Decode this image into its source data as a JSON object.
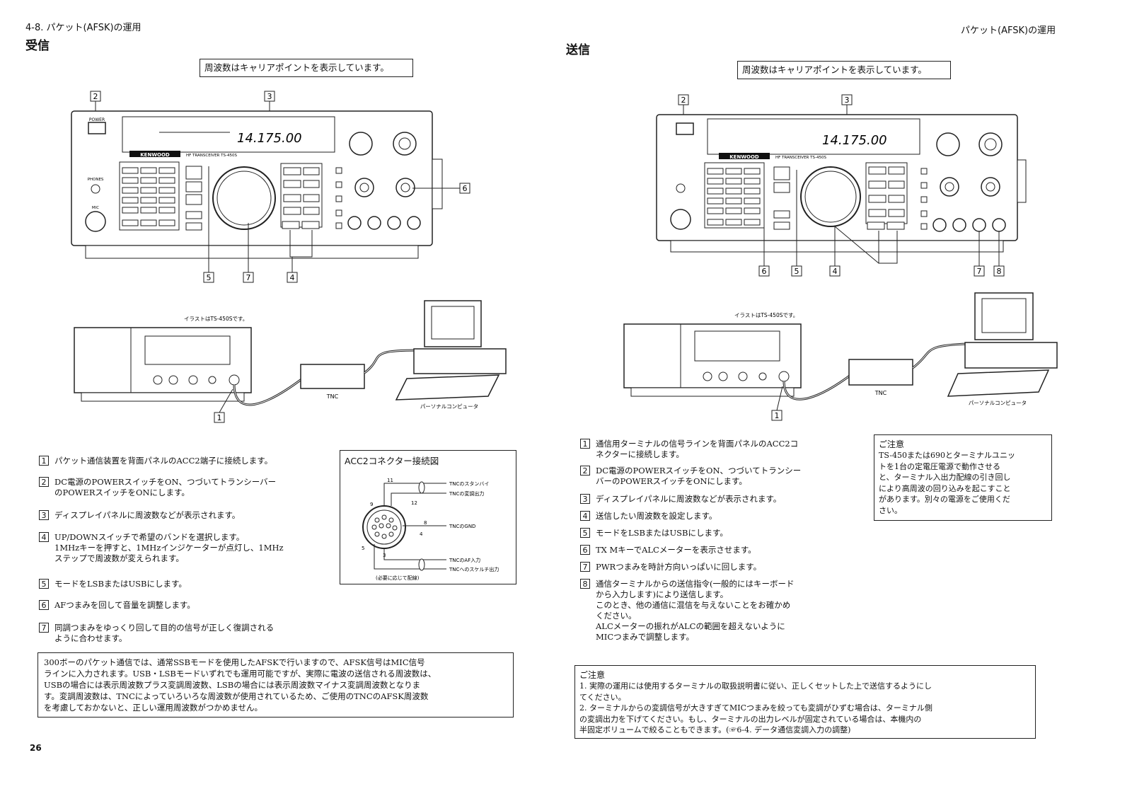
{
  "left": {
    "section_header": "4-8.  パケット(AFSK)の運用",
    "title": "受信",
    "freq_note": "周波数はキャリアポイントを表示しています。",
    "radio": {
      "brand": "KENWOOD",
      "model": "HF TRANSCEIVER TS-450S",
      "freq": "14.175.00",
      "power": "POWER",
      "phones": "PHONES",
      "mic": "MIC",
      "callouts": [
        "2",
        "3",
        "6",
        "5",
        "7",
        "4"
      ]
    },
    "illustration_caption": "イラストはTS-450Sです。",
    "tnc_label": "TNC",
    "pc_label": "パーソナルコンピュータ",
    "rear_callout": "1",
    "steps": [
      {
        "n": "1",
        "text": "パケット通信装置を背面パネルのACC2端子に接続します。"
      },
      {
        "n": "2",
        "text": "DC電源のPOWERスイッチをON、つづいてトランシーバー\nのPOWERスイッチをONにします。"
      },
      {
        "n": "3",
        "text": "ディスプレイパネルに周波数などが表示されます。"
      },
      {
        "n": "4",
        "text": "UP/DOWNスイッチで希望のバンドを選択します。\n1MHzキーを押すと、1MHzインジケーターが点灯し、1MHz\nステップで周波数が変えられます。"
      },
      {
        "n": "5",
        "text": "モードをLSBまたはUSBにします。"
      },
      {
        "n": "6",
        "text": "AFつまみを回して音量を調整します。"
      },
      {
        "n": "7",
        "text": "同調つまみをゆっくり回して目的の信号が正しく復調される\nように合わせます。"
      }
    ],
    "acc2": {
      "title": "ACC2コネクター接続図",
      "pins": [
        "11",
        "9",
        "12",
        "8",
        "4",
        "5",
        "3"
      ],
      "labels": [
        "TNCのスタンバイ",
        "TNCの変調出力",
        "TNCのGND",
        "TNCのAF入力",
        "TNCへのスケルチ出力"
      ],
      "footnote": "(必要に応じて配線)"
    },
    "bottom_note": "300ボーのパケット通信では、通常SSBモードを使用したAFSKで行いますので、AFSK信号はMIC信号\nラインに入力されます。USB・LSBモードいずれでも運用可能ですが、実際に電波の送信される周波数は、\nUSBの場合には表示周波数プラス変調周波数、LSBの場合には表示周波数マイナス変調周波数となりま\nす。変調周波数は、TNCによっていろいろな周波数が使用されているため、ご使用のTNCのAFSK周波数\nを考慮しておかないと、正しい運用周波数がつかめません。",
    "page_number": "26"
  },
  "right": {
    "section_header": "パケット(AFSK)の運用",
    "title": "送信",
    "freq_note": "周波数はキャリアポイントを表示しています。",
    "radio": {
      "brand": "KENWOOD",
      "model": "HF TRANSCEIVER TS-450S",
      "freq": "14.175.00",
      "callouts": [
        "2",
        "3",
        "6",
        "5",
        "4",
        "7",
        "8"
      ]
    },
    "illustration_caption": "イラストはTS-450Sです。",
    "tnc_label": "TNC",
    "pc_label": "パーソナルコンピュータ",
    "rear_callout": "1",
    "steps": [
      {
        "n": "1",
        "text": "通信用ターミナルの信号ラインを背面パネルのACC2コ\nネクターに接続します。"
      },
      {
        "n": "2",
        "text": "DC電源のPOWERスイッチをON、つづいてトランシー\nバーのPOWERスイッチをONにします。"
      },
      {
        "n": "3",
        "text": "ディスプレイパネルに周波数などが表示されます。"
      },
      {
        "n": "4",
        "text": "送信したい周波数を設定します。"
      },
      {
        "n": "5",
        "text": "モードをLSBまたはUSBにします。"
      },
      {
        "n": "6",
        "text": "TX MキーでALCメーターを表示させます。"
      },
      {
        "n": "7",
        "text": "PWRつまみを時計方向いっぱいに回します。"
      },
      {
        "n": "8",
        "text": "通信ターミナルからの送信指令(一般的にはキーボード\nから入力します)により送信します。\nこのとき、他の通信に混信を与えないことをお確かめ\nください。\nALCメーターの振れがALCの範囲を超えないように\nMICつまみで調整します。"
      }
    ],
    "caution_side": {
      "title": "ご注意",
      "text": "TS-450または690とターミナルユニッ\nトを1台の定電圧電源で動作させる\nと、ターミナル入出力配線の引き回し\nにより高周波の回り込みを起こすこと\nがあります。別々の電源をご使用くだ\nさい。"
    },
    "caution_bottom": {
      "title": "ご注意",
      "text": "1. 実際の運用には使用するターミナルの取扱説明書に従い、正しくセットした上で送信するようにし\n    てください。\n2. ターミナルからの変調信号が大きすぎてMICつまみを絞っても変調がひずむ場合は、ターミナル側\n    の変調出力を下げてください。もし、ターミナルの出力レベルが固定されている場合は、本機内の\n    半固定ボリュームで絞ることもできます。(☞6-4. データ通信変調入力の調整)"
    }
  }
}
